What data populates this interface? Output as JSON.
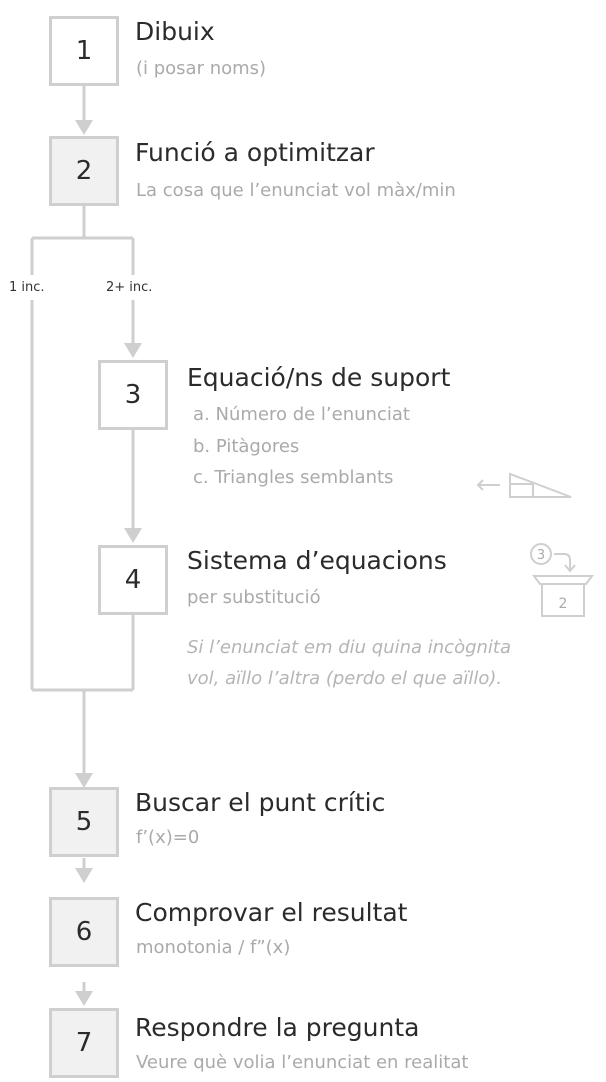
{
  "steps": [
    {
      "number": "1",
      "title": "Dibuix",
      "subtitle": "(i posar noms)"
    },
    {
      "number": "2",
      "title": "Funció a optimitzar",
      "subtitle": "La cosa que l’enunciat vol màx/min"
    },
    {
      "number": "3",
      "title": "Equació/ns de suport",
      "items": [
        "a. Número de l’enunciat",
        "b. Pitàgores",
        "c. Triangles semblants"
      ]
    },
    {
      "number": "4",
      "title": "Sistema d’equacions",
      "subtitle": "per substitució"
    },
    {
      "number": "5",
      "title": "Buscar el punt crític",
      "subtitle": "f’(x)=0"
    },
    {
      "number": "6",
      "title": "Comprovar el resultat",
      "subtitle": "monotonia / f”(x)"
    },
    {
      "number": "7",
      "title": "Respondre la pregunta",
      "subtitle": "Veure què volia l’enunciat en realitat"
    }
  ],
  "branches": {
    "left": "1 inc.",
    "right": "2+ inc."
  },
  "note": [
    "Si l’enunciat em diu quina incògnita",
    "vol, aïllo l’altra (perdo el que aïllo)."
  ],
  "substitution_icon": {
    "from": "3",
    "to": "2"
  },
  "colors": {
    "line": "#cfcfcf",
    "box_border": "#cfcfcf",
    "box_fill_grey": "#f1f1f1",
    "text": "#2b2b2b",
    "muted": "#aaaaaa"
  }
}
